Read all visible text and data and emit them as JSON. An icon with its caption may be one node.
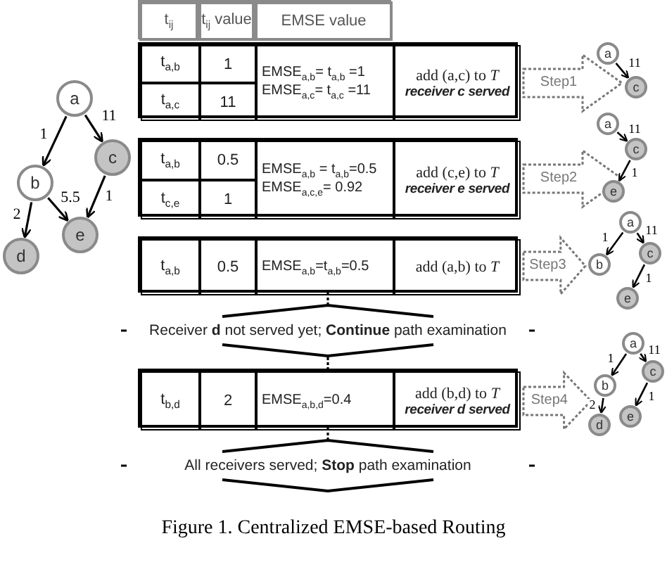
{
  "diagram": {
    "caption": "Figure 1. Centralized EMSE-based Routing",
    "nodes": [
      {
        "text": [
          "a"
        ]
      },
      {
        "text": [
          "c"
        ]
      },
      {
        "text": [
          "b"
        ]
      },
      {
        "text": [
          "e"
        ]
      },
      {
        "text": [
          "d"
        ]
      },
      {
        "text": [],
        "shape": "box"
      },
      {
        "text": [
          "t$_{ij}$"
        ],
        "in": 5
      },
      {
        "text": [
          "t$_{ij}$ value"
        ],
        "in": 5
      },
      {
        "text": [
          "EMSE value"
        ],
        "in": 5
      },
      {
        "text": [],
        "shape": "box"
      },
      {
        "text": [
          "t$_{a,b}$"
        ],
        "in": 9
      },
      {
        "text": [
          "1"
        ],
        "in": 9
      },
      {
        "text": [
          "t$_{a,c}$"
        ],
        "in": 9
      },
      {
        "text": [
          "11"
        ],
        "in": 9
      },
      {
        "text": [
          "EMSE$_{a,b}$= t$_{a,b}$ =1",
          "EMSE$_{a,c}$= t$_{a,c}$ =11"
        ],
        "in": 9
      },
      {
        "text": [
          "add (a,c) to *T*",
          "receiver c served"
        ],
        "in": 9
      },
      {
        "text": [
          "a"
        ]
      },
      {
        "text": [
          "c"
        ]
      },
      {
        "text": [],
        "shape": "box"
      },
      {
        "text": [
          "t$_{a,b}$"
        ],
        "in": 18
      },
      {
        "text": [
          "0.5"
        ],
        "in": 18
      },
      {
        "text": [
          "t$_{c,e}$"
        ],
        "in": 18
      },
      {
        "text": [
          "1"
        ],
        "in": 18
      },
      {
        "text": [
          "EMSE$_{a,b}$ = t$_{a,b}$=0.5",
          "EMSE$_{a,c,e}$= 0.92"
        ],
        "in": 18
      },
      {
        "text": [
          "add (c,e) to *T*",
          "receiver e served"
        ],
        "in": 18
      },
      {
        "text": [
          "a"
        ]
      },
      {
        "text": [
          "c"
        ]
      },
      {
        "text": [
          "e"
        ]
      },
      {
        "text": [],
        "shape": "box"
      },
      {
        "text": [
          "t$_{a,b}$"
        ],
        "in": 28
      },
      {
        "text": [
          "0.5"
        ],
        "in": 28
      },
      {
        "text": [
          "EMSE$_{a,b}$=t$_{a,b}$=0.5"
        ],
        "in": 28
      },
      {
        "text": [
          "add (a,b) to *T*"
        ],
        "in": 28
      },
      {
        "text": [
          "a"
        ]
      },
      {
        "text": [
          "b"
        ]
      },
      {
        "text": [
          "c"
        ]
      },
      {
        "text": [
          "e"
        ]
      },
      {
        "text": [
          "Receiver **d** not served yet; **Continue** path examination"
        ]
      },
      {
        "text": [],
        "shape": "box"
      },
      {
        "text": [
          "t$_{b,d}$"
        ],
        "in": 38
      },
      {
        "text": [
          "2"
        ],
        "in": 38
      },
      {
        "text": [
          "EMSE$_{a,b,d}$=0.4"
        ],
        "in": 38
      },
      {
        "text": [
          "add (b,d) to *T*",
          "receiver d served"
        ],
        "in": 38
      },
      {
        "text": [
          "a"
        ]
      },
      {
        "text": [
          "b"
        ]
      },
      {
        "text": [
          "c"
        ]
      },
      {
        "text": [
          "d"
        ]
      },
      {
        "text": [
          "e"
        ]
      },
      {
        "text": [
          "All receivers served; **Stop** path examination"
        ]
      }
    ],
    "edges": [
      {
        "from": 0,
        "to": 2,
        "arrow": "to",
        "label": "1"
      },
      {
        "from": 0,
        "to": 1,
        "arrow": "to",
        "label": "11"
      },
      {
        "from": 2,
        "to": 4,
        "arrow": "to",
        "label": "2"
      },
      {
        "from": 2,
        "to": 3,
        "arrow": "to",
        "label": "5.5"
      },
      {
        "from": 1,
        "to": 3,
        "arrow": "to",
        "label": "1"
      },
      {
        "from": 9,
        "to": 17,
        "arrow": "to",
        "label": "Step1",
        "style": "dashed",
        "color": "#777777"
      },
      {
        "from": 16,
        "to": 17,
        "arrow": "to",
        "label": "11"
      },
      {
        "from": 18,
        "to": 26,
        "arrow": "to",
        "label": "Step2",
        "style": "dashed",
        "color": "#777777"
      },
      {
        "from": 25,
        "to": 26,
        "arrow": "to",
        "label": "11"
      },
      {
        "from": 26,
        "to": 27,
        "arrow": "to",
        "label": "1"
      },
      {
        "from": 28,
        "to": 34,
        "arrow": "to",
        "label": "Step3",
        "style": "dashed",
        "color": "#777777"
      },
      {
        "from": 33,
        "to": 34,
        "arrow": "to",
        "label": "1"
      },
      {
        "from": 33,
        "to": 35,
        "arrow": "to",
        "label": "11"
      },
      {
        "from": 35,
        "to": 36,
        "arrow": "to",
        "label": "1"
      },
      {
        "from": 28,
        "to": 37,
        "arrow": "none",
        "style": "dashed"
      },
      {
        "from": 37,
        "to": 38,
        "arrow": "none",
        "style": "dashed"
      },
      {
        "from": 38,
        "to": 44,
        "arrow": "to",
        "label": "Step4",
        "style": "dashed",
        "color": "#777777"
      },
      {
        "from": 43,
        "to": 44,
        "arrow": "to",
        "label": "1"
      },
      {
        "from": 43,
        "to": 45,
        "arrow": "to",
        "label": "11"
      },
      {
        "from": 44,
        "to": 46,
        "arrow": "to",
        "label": "2"
      },
      {
        "from": 45,
        "to": 47,
        "arrow": "to",
        "label": "1"
      },
      {
        "from": 38,
        "to": 48,
        "arrow": "none",
        "style": "dashed"
      }
    ]
  }
}
